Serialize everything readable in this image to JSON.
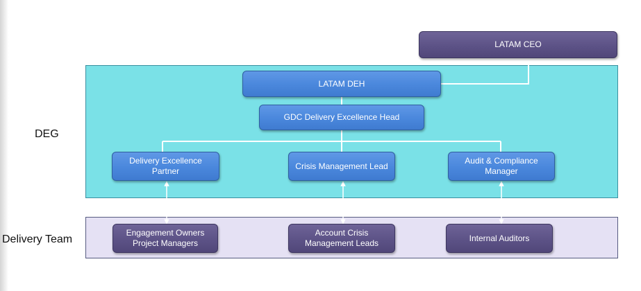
{
  "labels": {
    "deg": "DEG",
    "delivery_team": "Delivery Team"
  },
  "nodes": {
    "ceo": "LATAM CEO",
    "deh": "LATAM DEH",
    "gdc_head": "GDC Delivery Excellence Head",
    "dep": "Delivery Excellence\nPartner",
    "crisis_lead": "Crisis Management Lead",
    "audit_manager": "Audit & Compliance\nManager",
    "engagement_owners": "Engagement Owners\nProject Managers",
    "account_crisis": "Account Crisis\nManagement Leads",
    "internal_auditors": "Internal Auditors"
  },
  "colors": {
    "deg_region": "#7ae1e7",
    "team_region": "#e5e1f4",
    "blue_box": "#4a87dc",
    "purple_box": "#5b5185",
    "connector": "#ffffff"
  }
}
